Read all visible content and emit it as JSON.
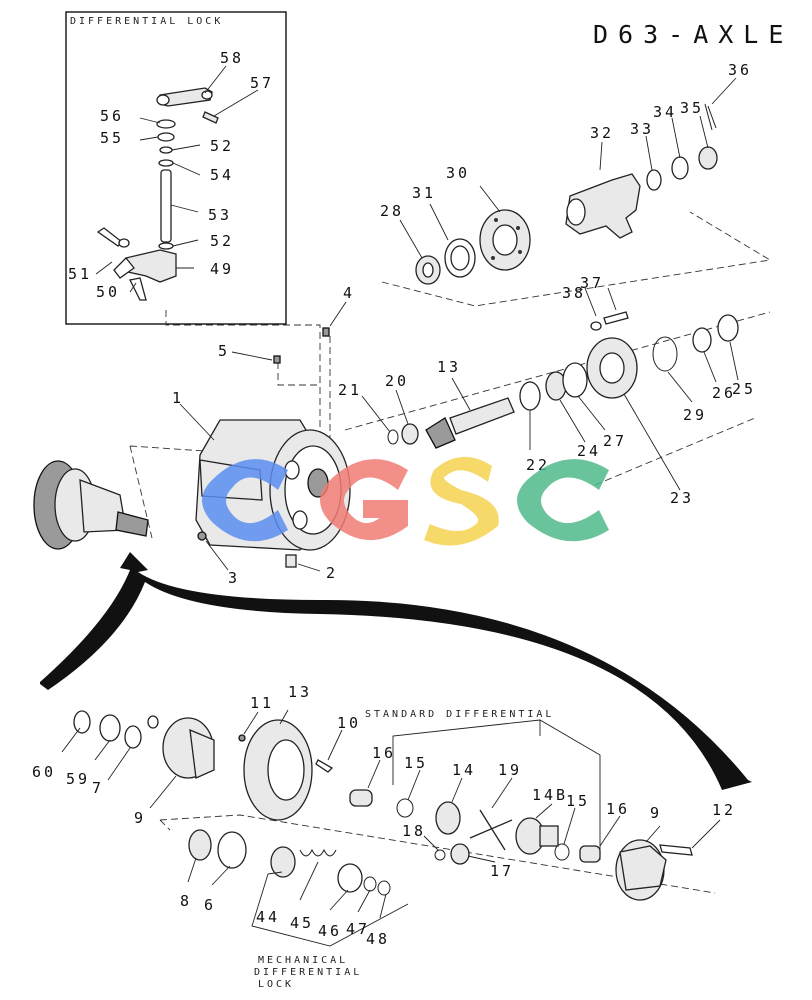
{
  "title": "D63-AXLE",
  "inset_caption": "DIFFERENTIAL LOCK",
  "standard_caption": "STANDARD DIFFERENTIAL",
  "mechanical_caption": [
    "MECHANICAL",
    "DIFFERENTIAL",
    "LOCK"
  ],
  "watermark": {
    "letters": [
      "C",
      "G",
      "S",
      "C"
    ],
    "colors": [
      "#5b8ef0",
      "#f07c74",
      "#f5d34f",
      "#4fb98a"
    ]
  },
  "callouts": {
    "c58": "58",
    "c57": "57",
    "c56": "56",
    "c55": "55",
    "c52a": "52",
    "c54": "54",
    "c53": "53",
    "c52b": "52",
    "c51": "51",
    "c49": "49",
    "c50": "50",
    "c36": "36",
    "c32": "32",
    "c33a": "33",
    "c34": "34",
    "c35": "35",
    "c30": "30",
    "c31": "31",
    "c28": "28",
    "c38": "38",
    "c37": "37",
    "c4": "4",
    "c5": "5",
    "c1": "1",
    "c21": "21",
    "c20": "20",
    "c13a": "13",
    "c22": "22",
    "c24": "24",
    "c27": "27",
    "c23": "23",
    "c29": "29",
    "c26": "26",
    "c25": "25",
    "c3": "3",
    "c2": "2",
    "c11": "11",
    "c13b": "13",
    "c10": "10",
    "c60": "60",
    "c59": "59",
    "c7": "7",
    "c9a": "9",
    "c16a": "16",
    "c15a": "15",
    "c14": "14",
    "c19": "19",
    "c14b": "14B",
    "c15b": "15",
    "c16b": "16",
    "c9b": "9",
    "c12": "12",
    "c18": "18",
    "c17": "17",
    "c8": "8",
    "c6": "6",
    "c44": "44",
    "c45": "45",
    "c46": "46",
    "c47": "47",
    "c48": "48"
  }
}
